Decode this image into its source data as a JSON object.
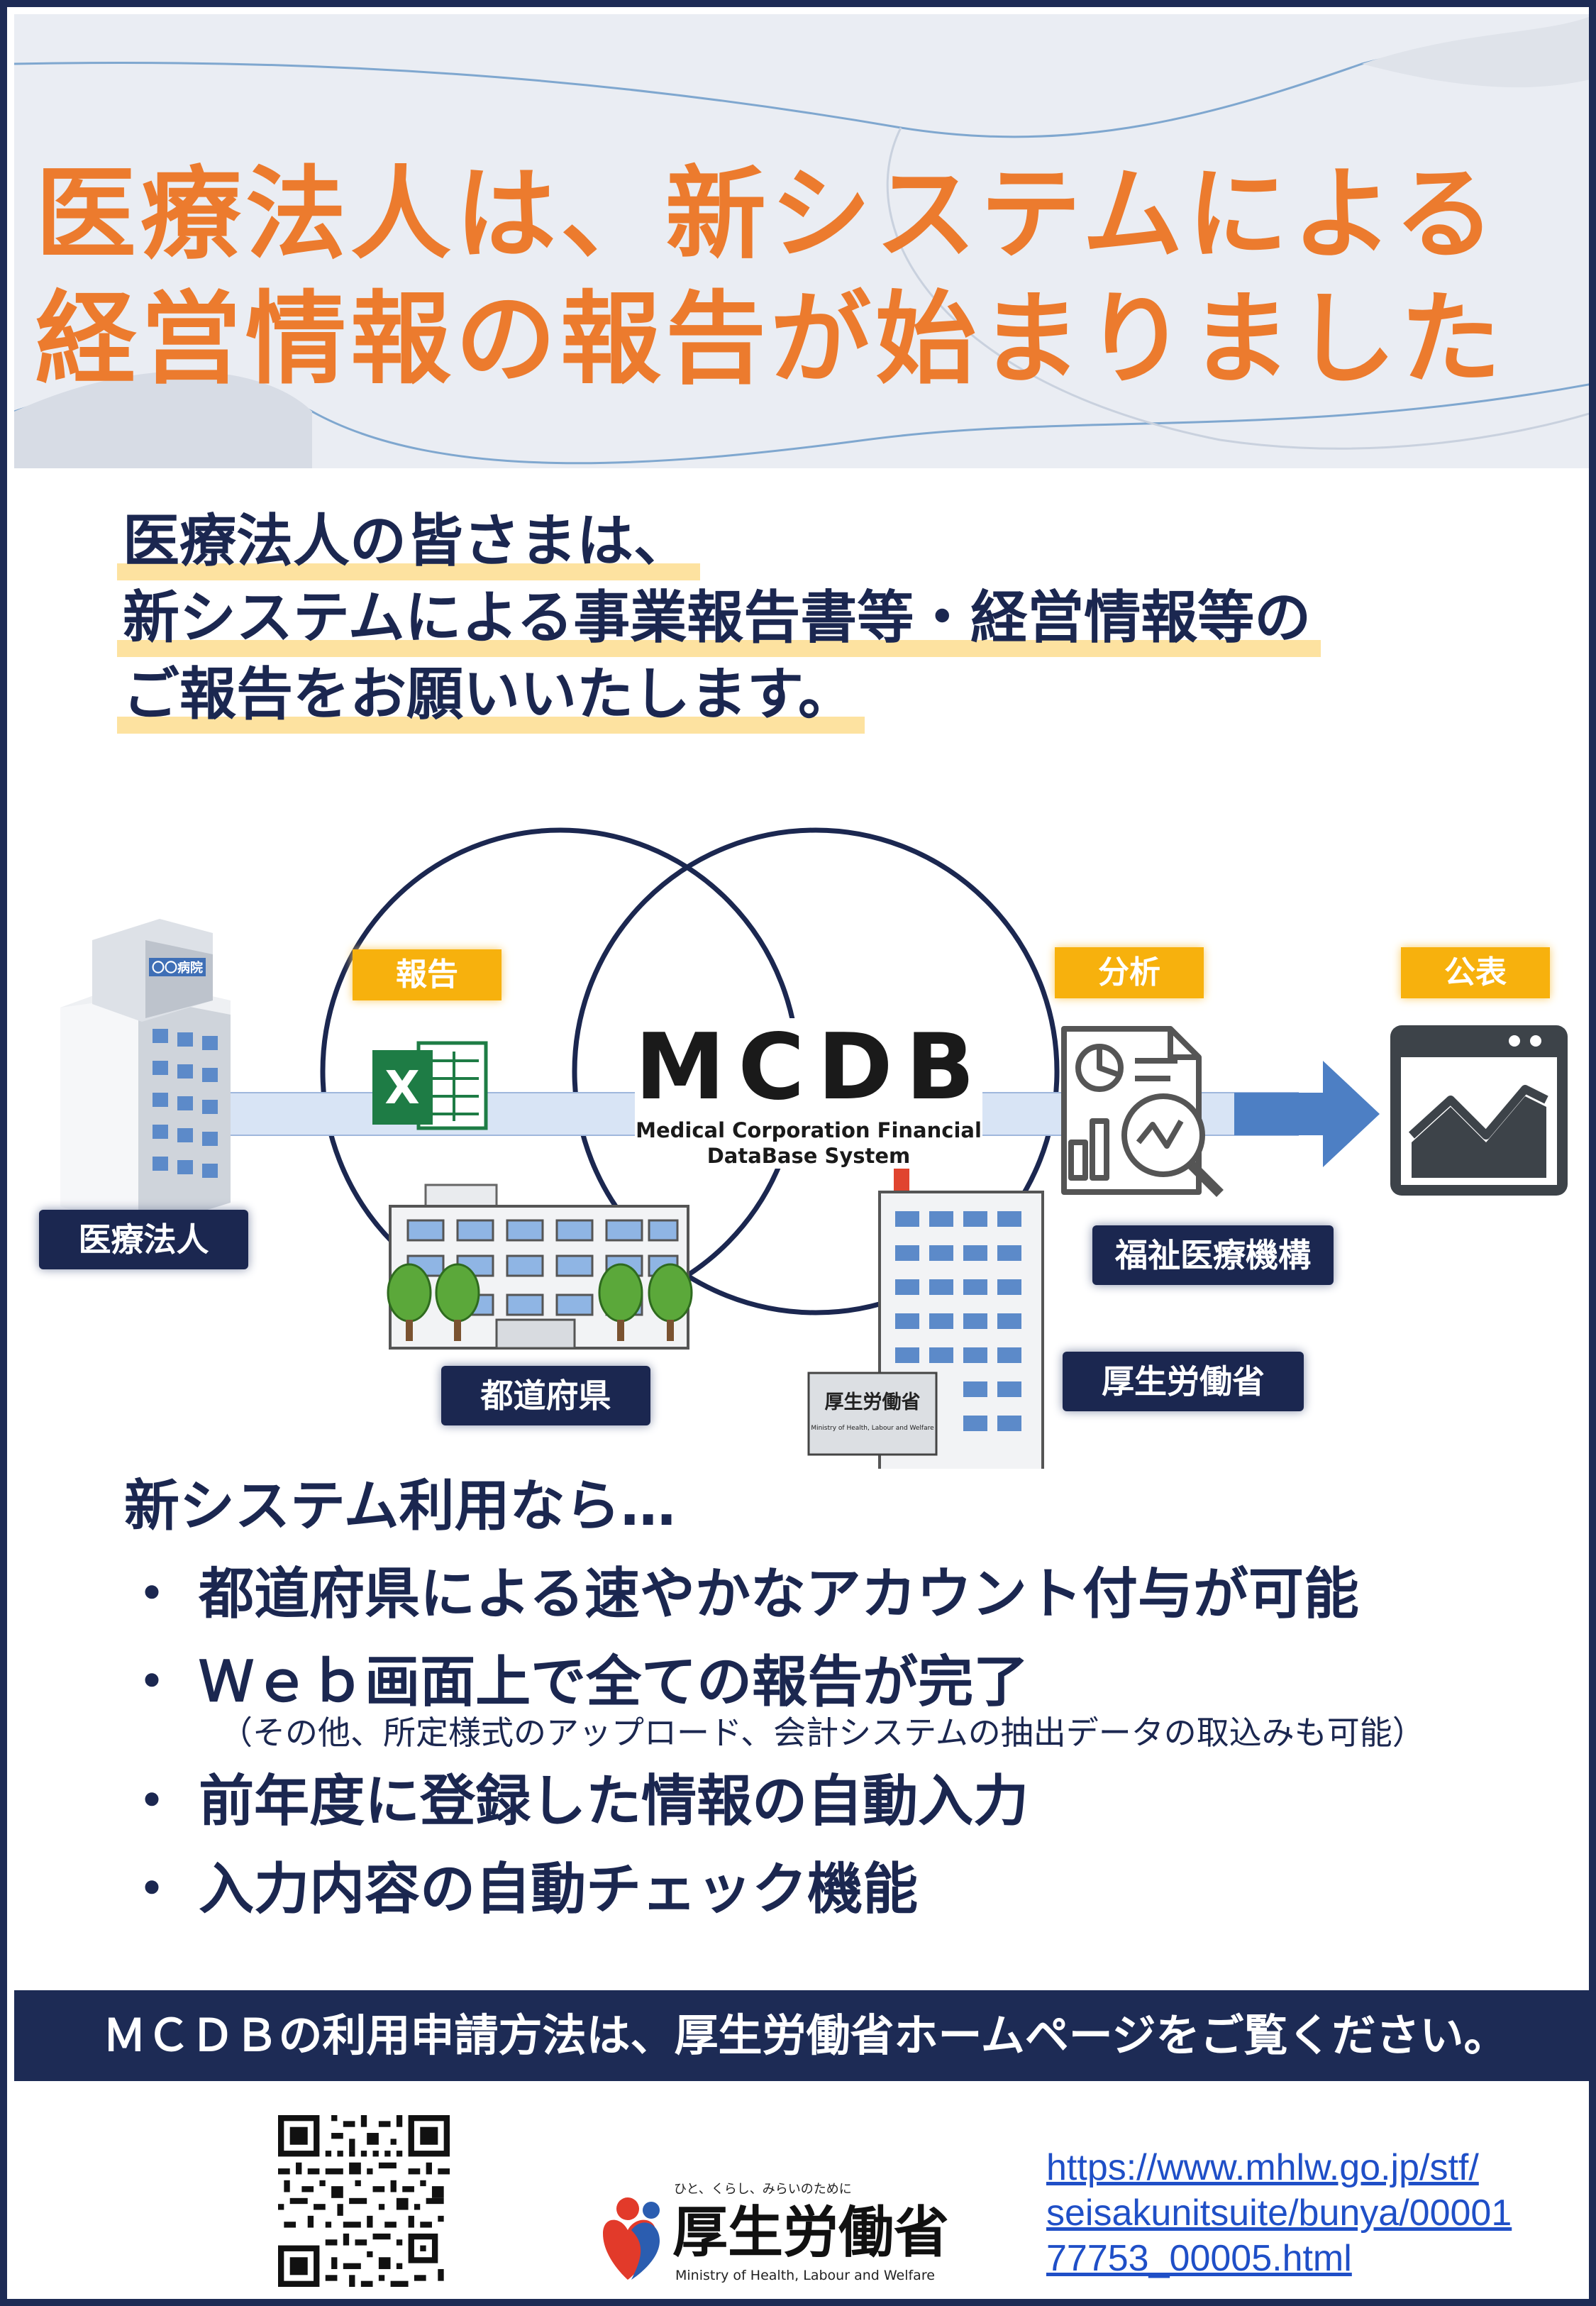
{
  "title": {
    "line1": "医療法人は、新システムによる",
    "line2": "経営情報の報告が始まりました"
  },
  "lead": {
    "line1": "医療法人の皆さまは、",
    "line2": "新システムによる事業報告書等・経営情報等の",
    "line3": "ご報告をお願いいたします。"
  },
  "diagram": {
    "tags": {
      "report": "報告",
      "analysis": "分析",
      "publish": "公表"
    },
    "labels": {
      "medical_corporation": "医療法人",
      "prefecture": "都道府県",
      "welfare_agency": "福祉医療機構",
      "ministry": "厚生労働省"
    },
    "hospital_sign": "〇〇病院",
    "building_plate": "厚生労働省",
    "building_plate_en": "Ministry of Health, Labour and Welfare",
    "excel_letter": "X",
    "mcdb": {
      "name": "MCDB",
      "sub1": "Medical Corporation Financial",
      "sub2": "DataBase System"
    },
    "icons": [
      "hospital-building-icon",
      "excel-icon",
      "prefecture-office-icon",
      "ministry-building-icon",
      "document-analysis-icon",
      "dashboard-chart-icon",
      "arrow-right-icon"
    ]
  },
  "benefits": {
    "intro": "新システム利用なら…",
    "items": [
      "・ 都道府県による速やかなアカウント付与が可能",
      "・ Ｗｅｂ画面上で全ての報告が完了",
      "・ 前年度に登録した情報の自動入力",
      "・ 入力内容の自動チェック機能"
    ],
    "note": "（その他、所定様式のアップロード、会計システムの抽出データの取込みも可能）"
  },
  "banner": "ＭＣＤＢの利用申請方法は、厚生労働省ホームページをご覧ください。",
  "footer": {
    "logo_tagline": "ひと、くらし、みらいのために",
    "logo_name": "厚生労働省",
    "logo_en": "Ministry of Health, Labour and Welfare",
    "url_line1": "https://www.mhlw.go.jp/stf/",
    "url_line2": "seisakunitsuite/bunya/00001",
    "url_line3": "77753_00005.html"
  },
  "colors": {
    "title_orange": "#ec7b2e",
    "navy": "#1b2750",
    "tag_orange": "#f7b10d",
    "link_blue": "#1f4fc7"
  }
}
